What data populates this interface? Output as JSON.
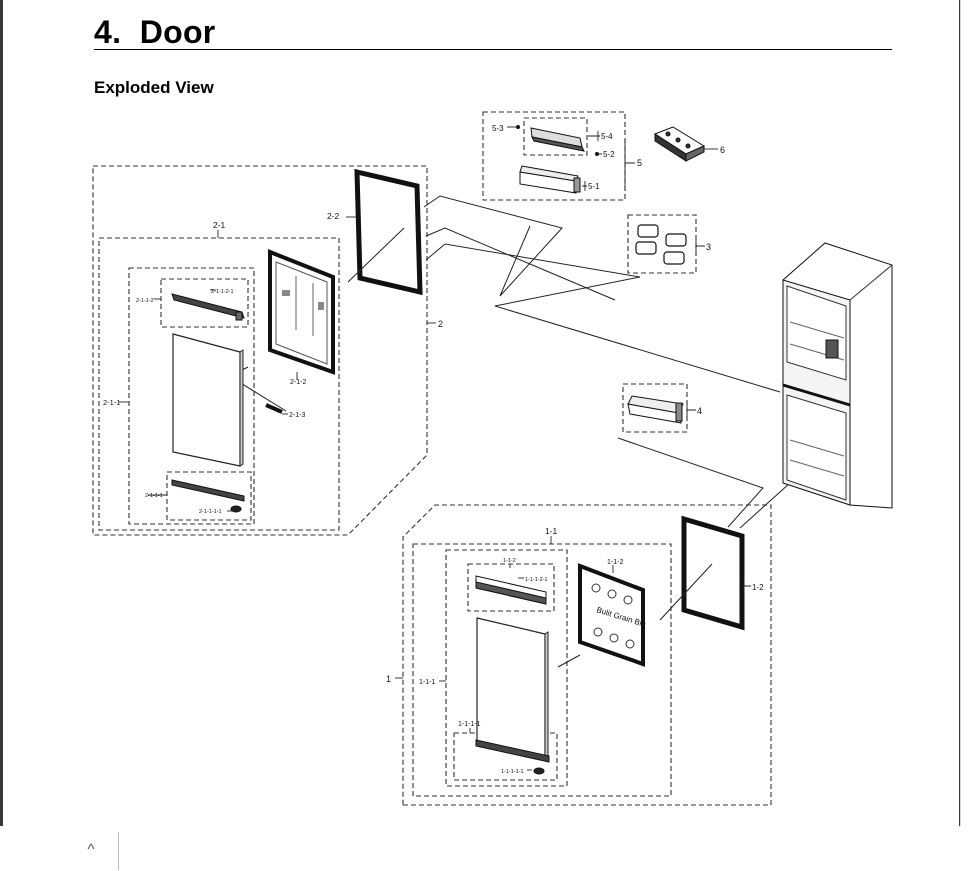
{
  "document": {
    "section_number": "4.",
    "section_title": "Door",
    "subheading": "Exploded View"
  },
  "diagram": {
    "labels": {
      "p1": "1",
      "p1_1": "1-1",
      "p1_1_1": "1-1-1",
      "p1_1_1_1": "1-1-1-1",
      "p1_1_1_1_1": "1-1-1-1-1",
      "p1_1_2": "1-1-2",
      "p1_1_2_1": "1-1-1-2-1",
      "p1_1_2_b": "1-1-2",
      "p1_2": "1-2",
      "p2": "2",
      "p2_1": "2-1",
      "p2_1_1": "2-1-1",
      "p2_1_1_1": "2-1-1-1",
      "p2_1_1_1_1": "2-1-1-1-1",
      "p2_1_1_2": "2-1-1-2",
      "p2_1_1_2_1": "2-1-1-2-1",
      "p2_1_2": "2-1-2",
      "p2_1_3": "2-1-3",
      "p2_2": "2-2",
      "p3": "3",
      "p4": "4",
      "p5": "5",
      "p5_1": "5-1",
      "p5_2": "5-2",
      "p5_3": "5-3",
      "p5_4": "5-4",
      "p6": "6"
    }
  },
  "controls": {
    "collapse_icon": "^"
  }
}
